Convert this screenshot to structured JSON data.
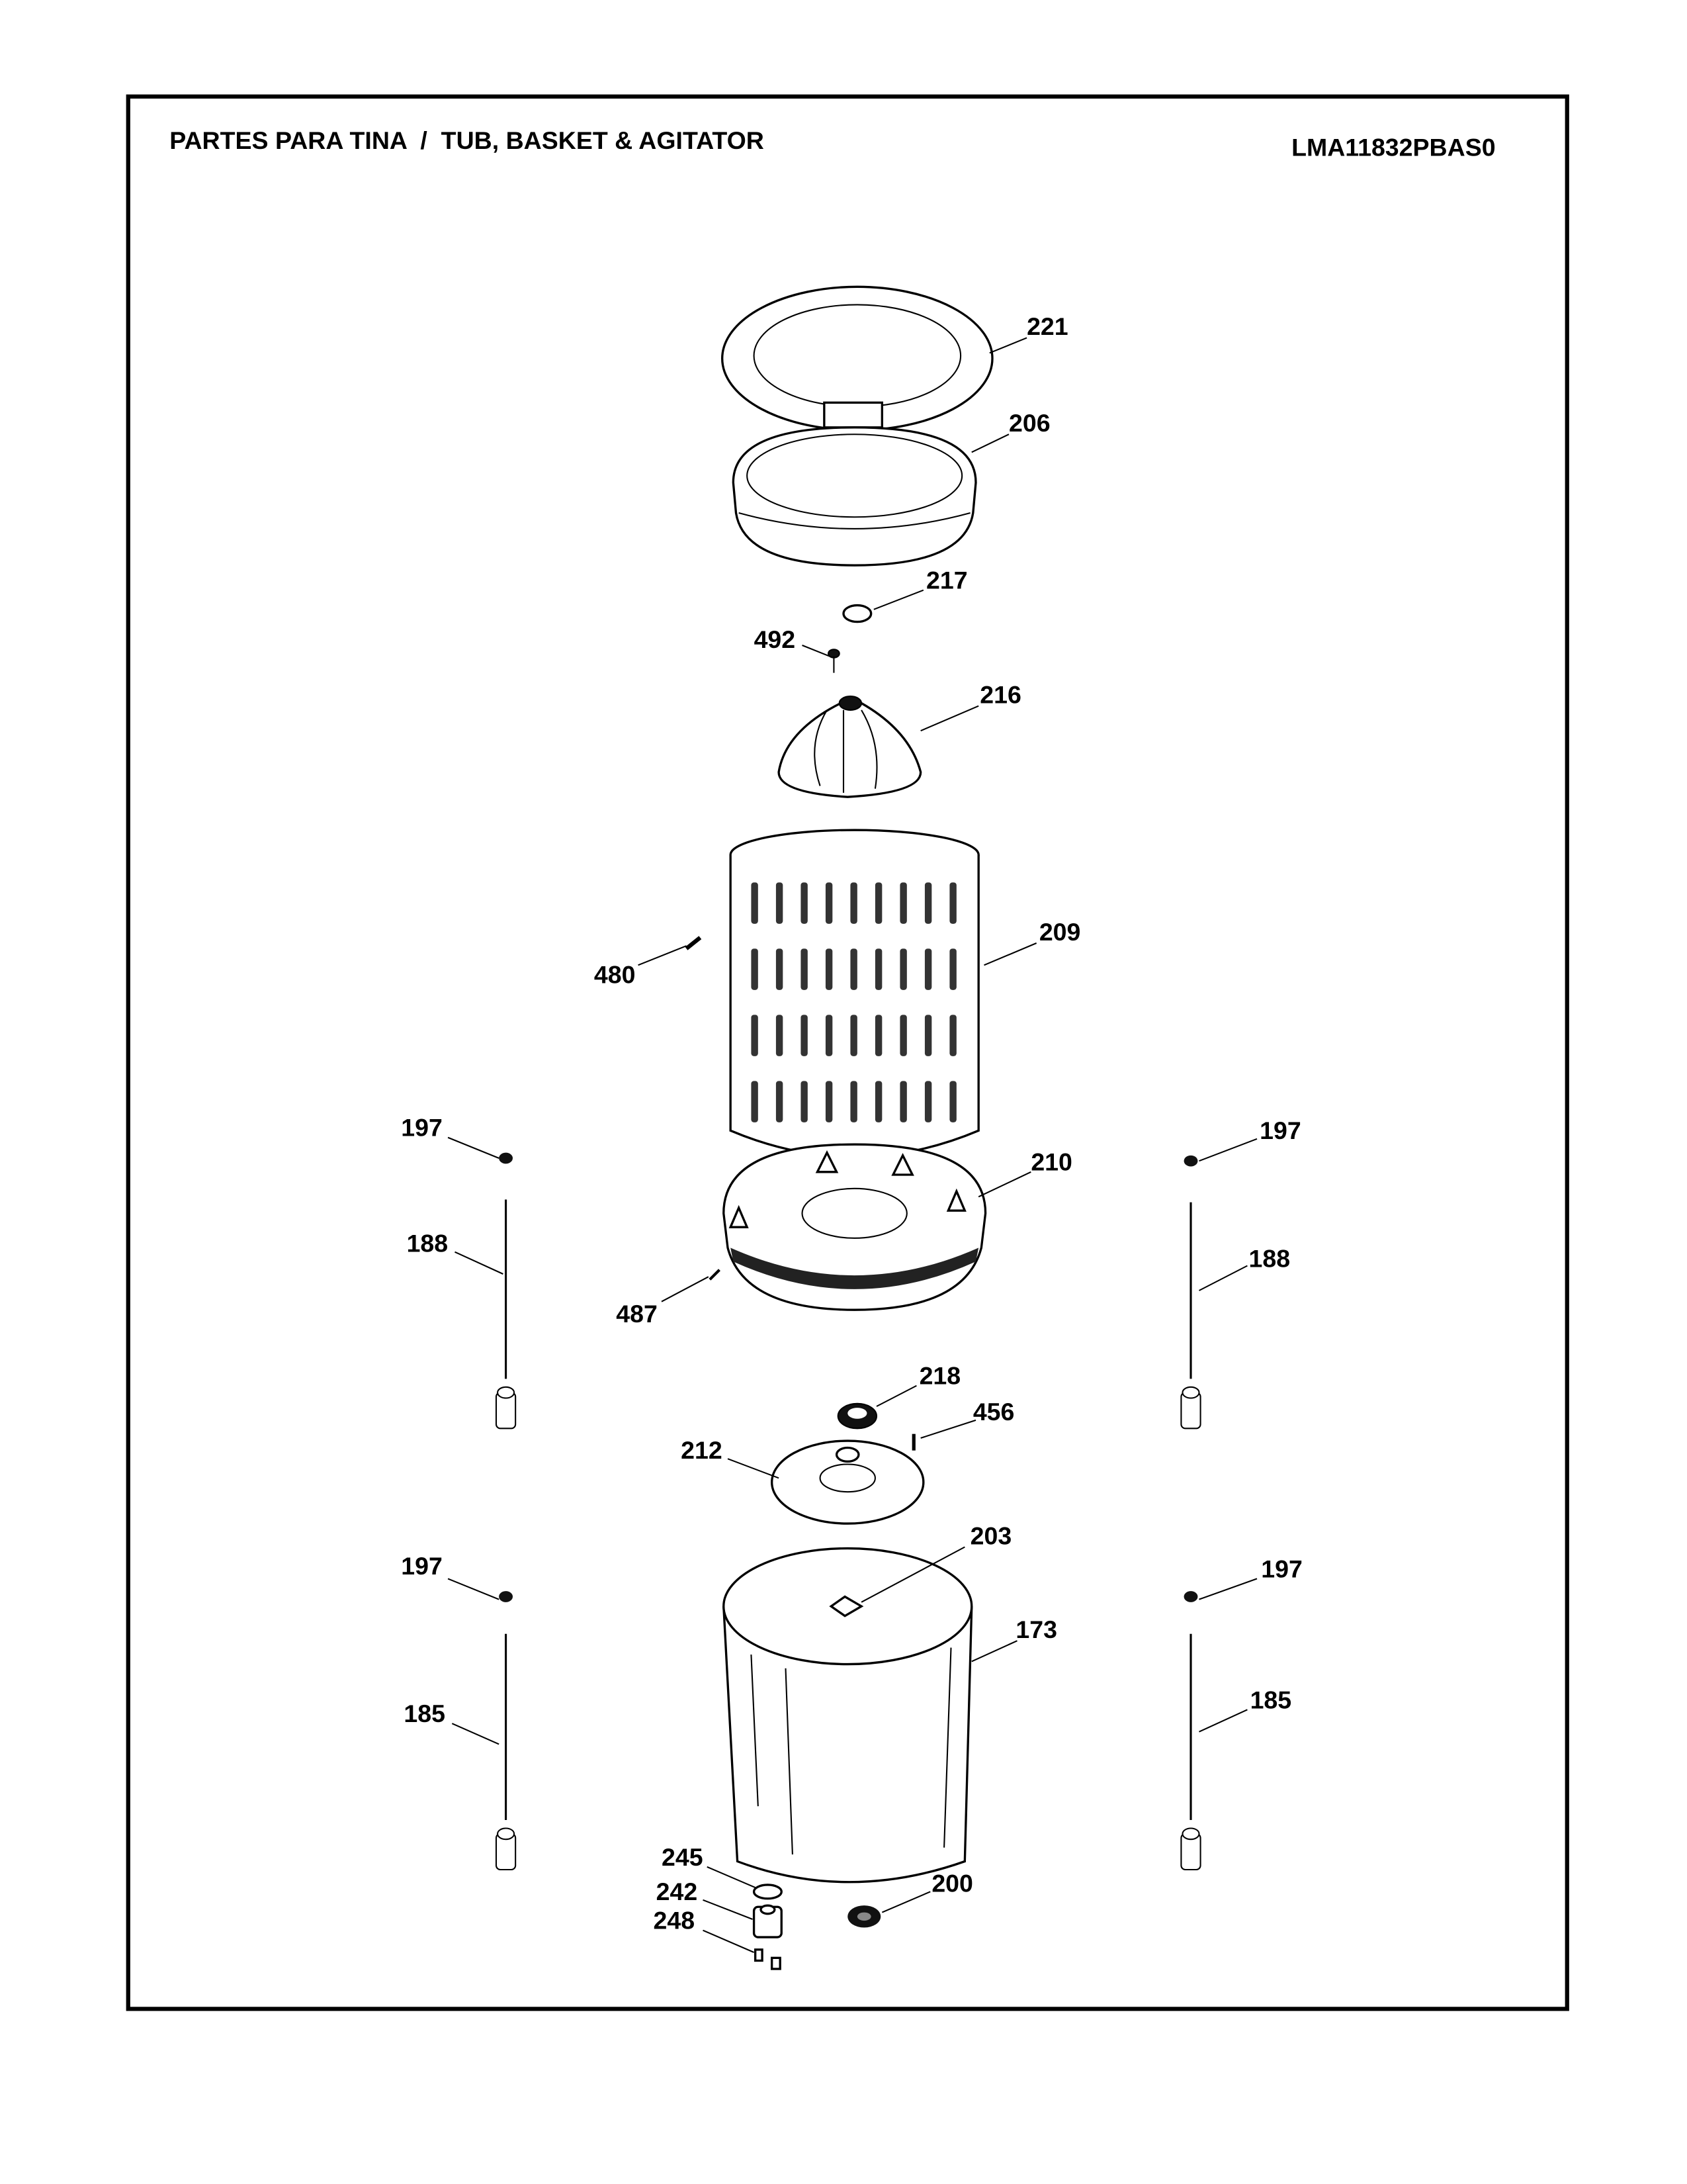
{
  "header": {
    "title": "PARTES PARA TINA  /  TUB, BASKET & AGITATOR",
    "model": "LMA11832PBAS0"
  },
  "labels": {
    "p221": "221",
    "p206": "206",
    "p217": "217",
    "p492": "492",
    "p216": "216",
    "p209": "209",
    "p480": "480",
    "p197_ul": "197",
    "p197_ur": "197",
    "p210": "210",
    "p188_l": "188",
    "p188_r": "188",
    "p487": "487",
    "p218": "218",
    "p456": "456",
    "p212": "212",
    "p203": "203",
    "p197_ll": "197",
    "p197_lr": "197",
    "p173": "173",
    "p185_l": "185",
    "p185_r": "185",
    "p245": "245",
    "p242": "242",
    "p248": "248",
    "p200": "200"
  }
}
